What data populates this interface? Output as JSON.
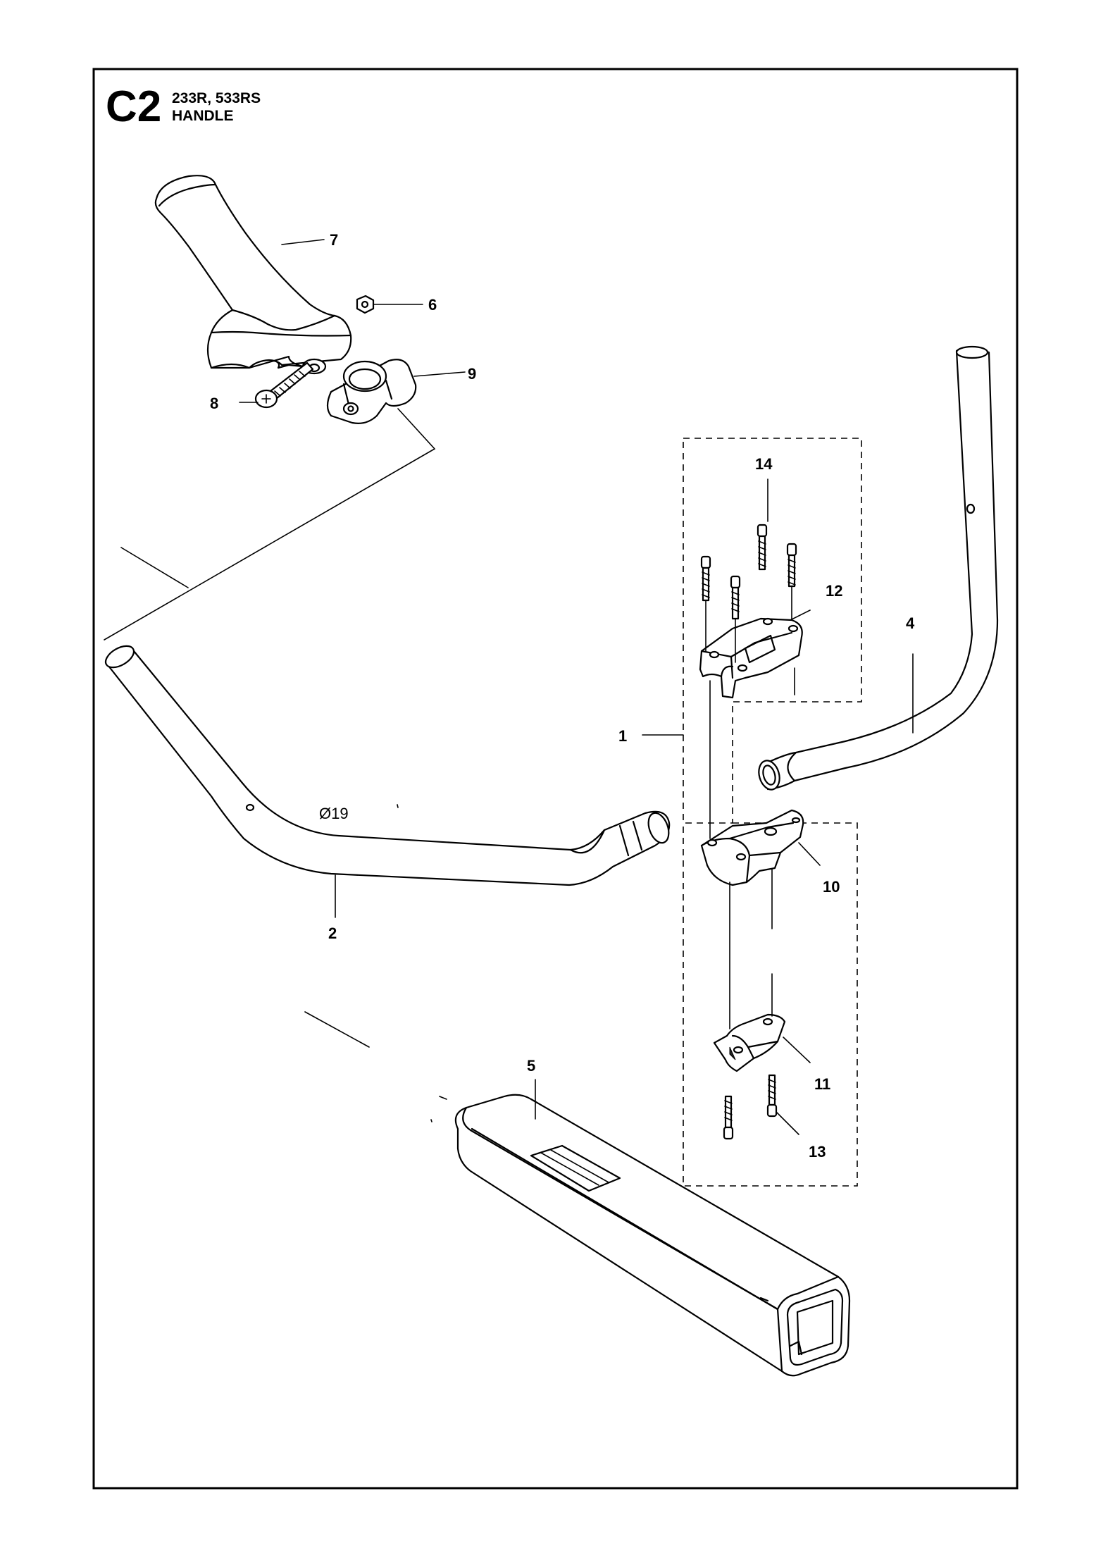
{
  "header": {
    "code": "C2",
    "models": "233R, 533RS",
    "section": "HANDLE"
  },
  "callouts": {
    "p1": "1",
    "p2": "2",
    "p4": "4",
    "p5": "5",
    "p6": "6",
    "p7": "7",
    "p8": "8",
    "p9": "9",
    "p10": "10",
    "p11": "11",
    "p12": "12",
    "p13": "13",
    "p14": "14"
  },
  "dimension": "Ø19"
}
